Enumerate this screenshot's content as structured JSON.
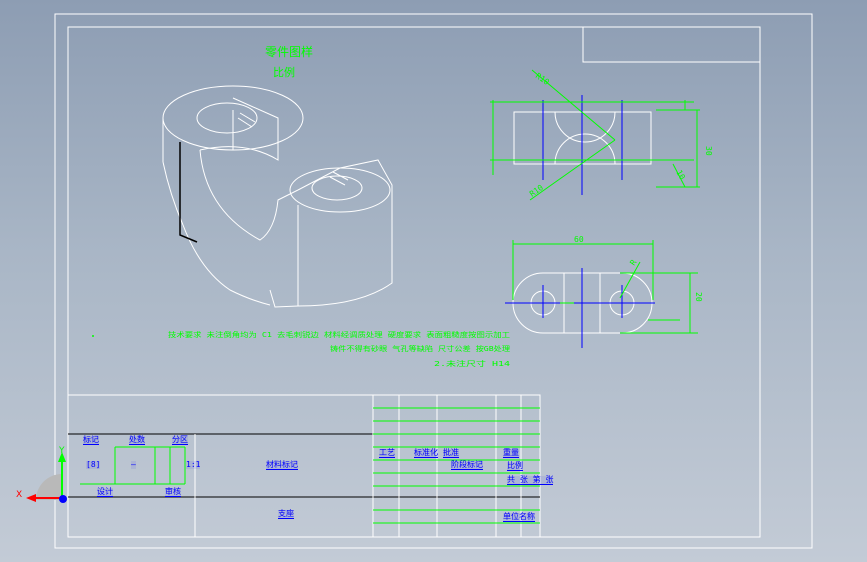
{
  "drawing": {
    "title_cn": "零件图样",
    "scale": "比例",
    "notes": [
      "技术要求 未注倒角均为 C1 去毛刺锐边 材料经调质处理 硬度要求 表面粗糙度按图示加工",
      "铸件不得有砂眼 气孔等缺陷 尺寸公差 按GB处理",
      "2.未注尺寸 H14"
    ],
    "dims": {
      "r_top": "R10",
      "r_bot": "R10",
      "height": "30",
      "width": "60",
      "ht2": "20",
      "r_end": "R",
      "side": "10"
    }
  },
  "title_block": {
    "labels": [
      "标记",
      "处数",
      "分区",
      "设计",
      "审核",
      "工艺",
      "标准化",
      "批准",
      "阶段标记",
      "重量",
      "比例"
    ],
    "material": "材料标记",
    "part_name": "支座",
    "scale_val": "1:1",
    "dash": "—",
    "bracket": "[8]",
    "sheet": "共 张 第 张",
    "company": "单位名称"
  },
  "ucs": {
    "x_label": "X",
    "y_label": "Y"
  },
  "colors": {
    "background_top": "#8d9db3",
    "geometry": "#ffffff",
    "dimension": "#00ff00",
    "centerline": "#0000ff",
    "annotation": "#0000ff"
  }
}
